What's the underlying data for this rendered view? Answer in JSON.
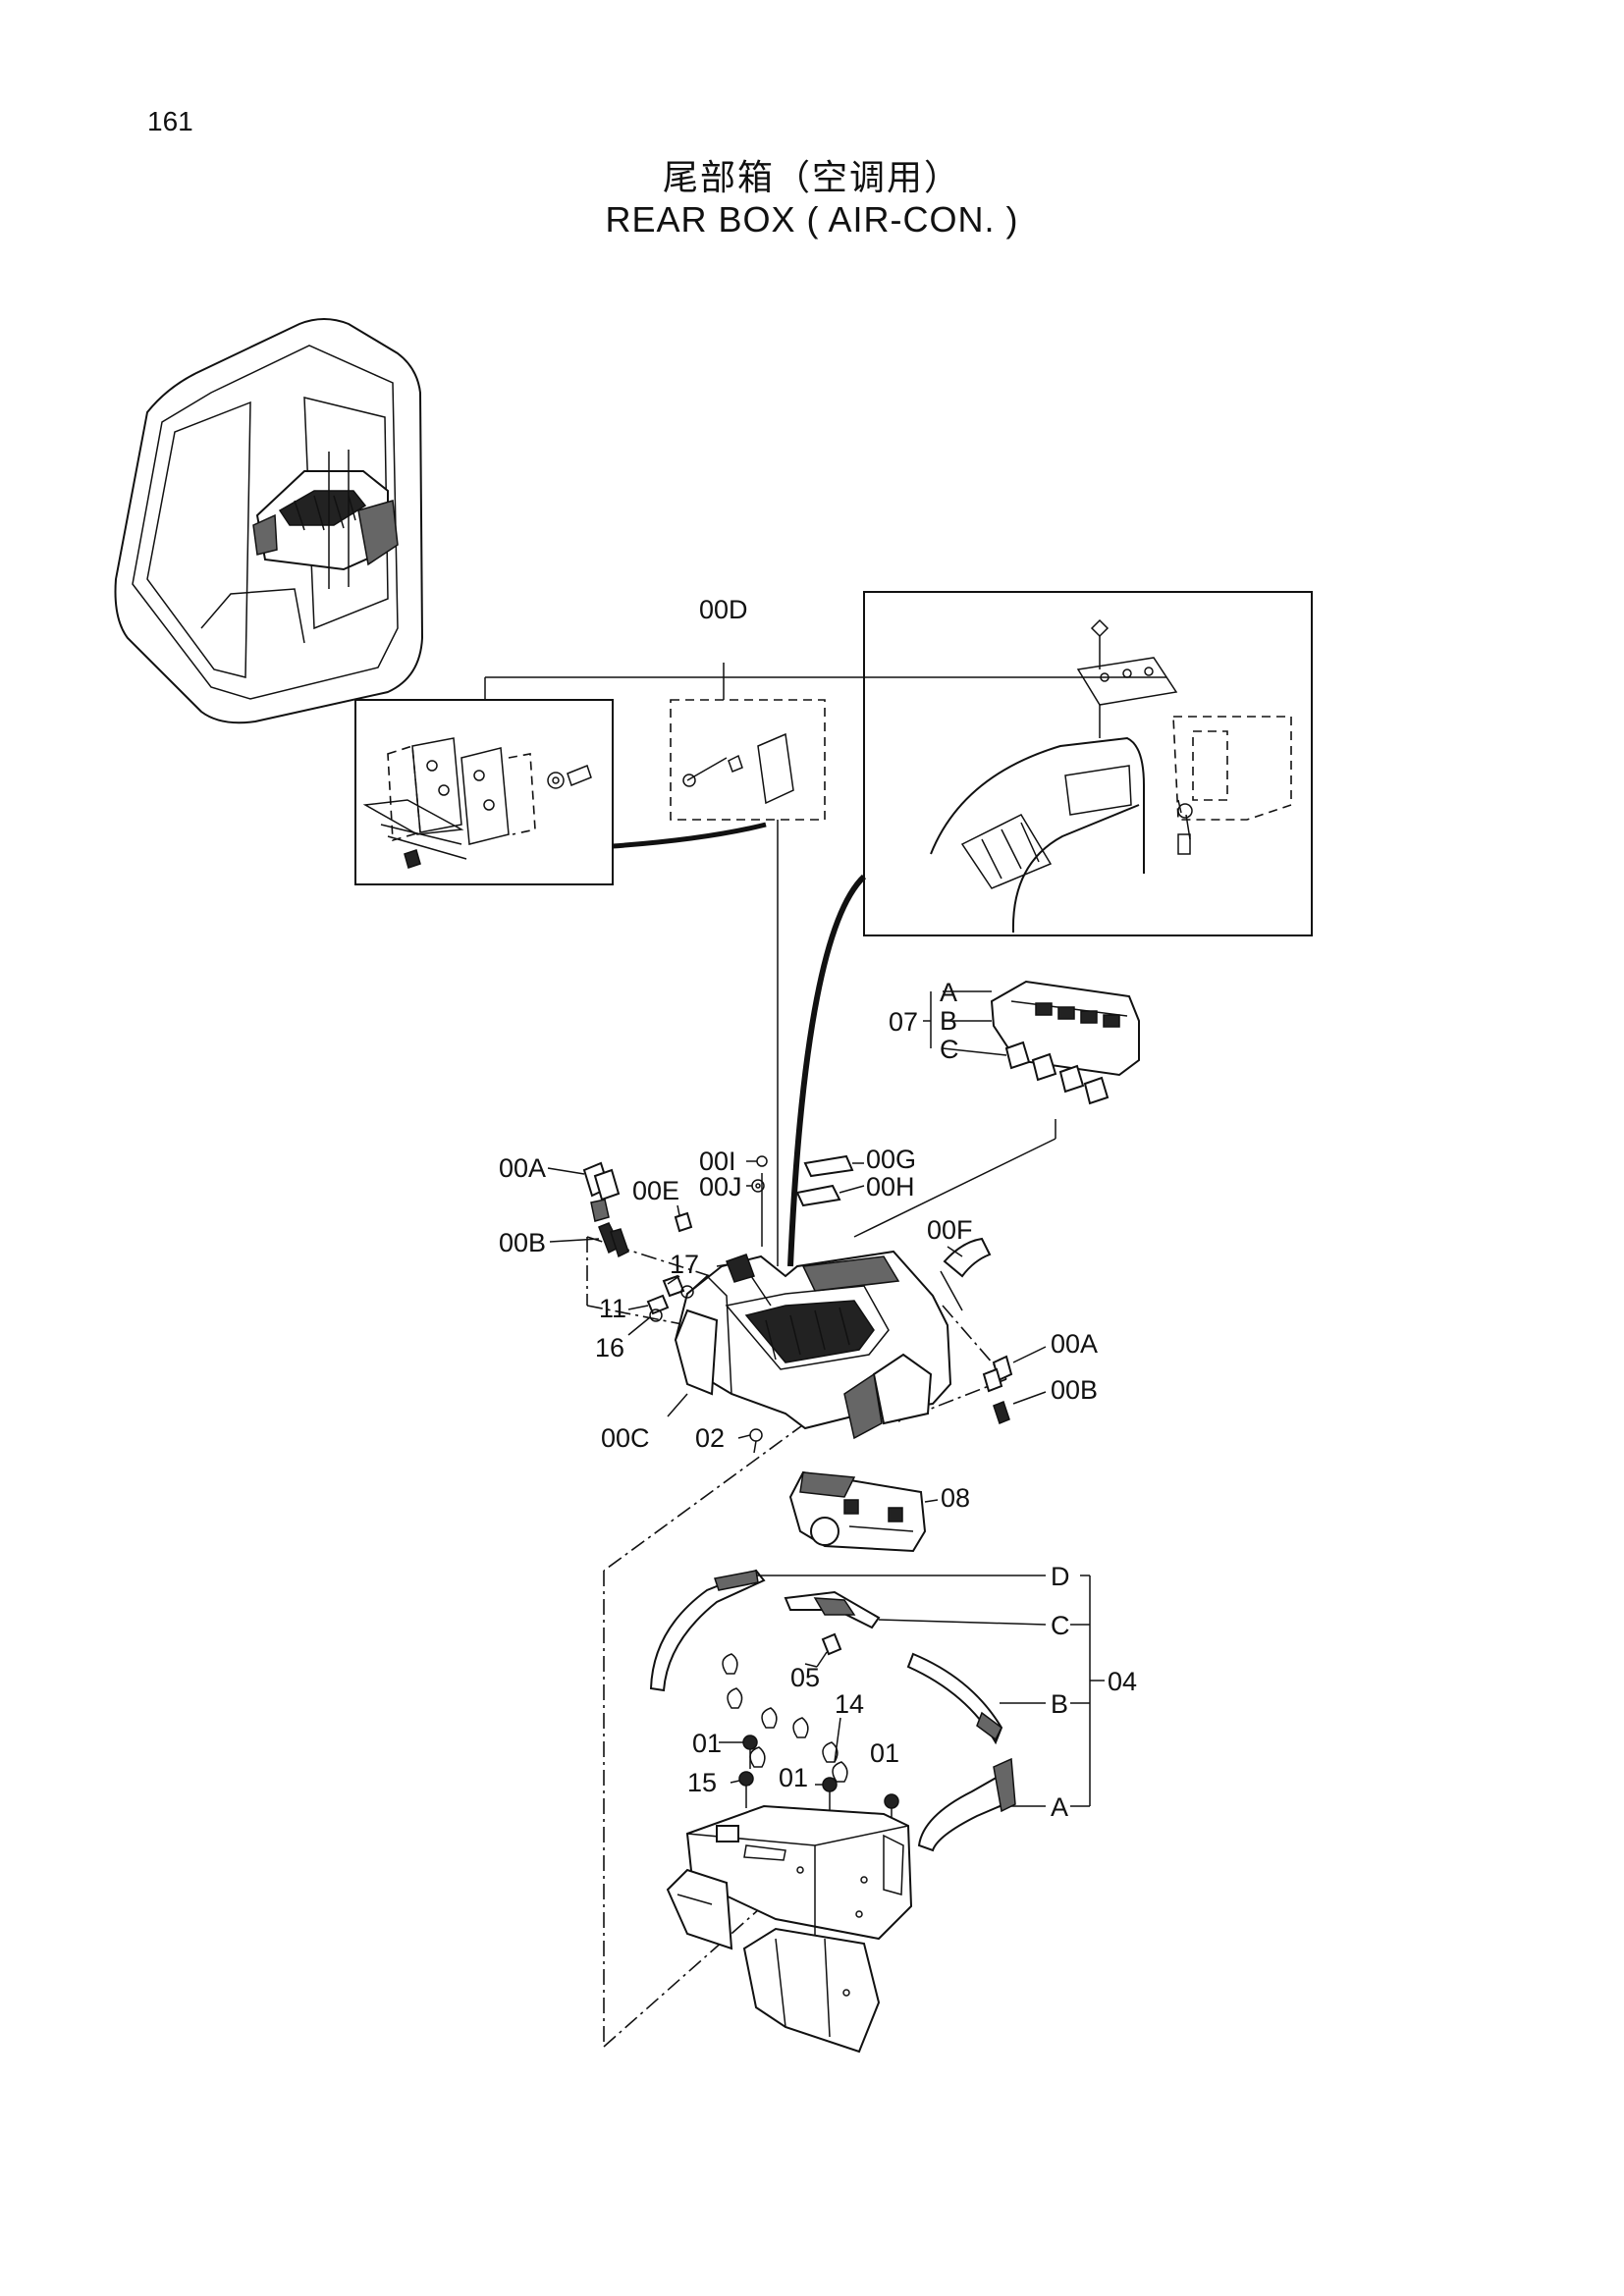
{
  "page_number": "161",
  "title_cn": "尾部箱（空调用）",
  "title_en": "REAR BOX ( AIR-CON. )",
  "callouts": {
    "c00D": "00D",
    "c07": "07",
    "c07A": "A",
    "c07B": "B",
    "c07C": "C",
    "c00A_left": "00A",
    "c00B_left": "00B",
    "c00E": "00E",
    "c00I": "00I",
    "c00J": "00J",
    "c00G": "00G",
    "c00H": "00H",
    "c00F": "00F",
    "c17": "17",
    "c11": "11",
    "c16": "16",
    "c00A_right": "00A",
    "c00B_right": "00B",
    "c00C": "00C",
    "c02": "02",
    "c08": "08",
    "c04D": "D",
    "c04C": "C",
    "c04B": "B",
    "c04A": "A",
    "c04": "04",
    "c05": "05",
    "c14": "14",
    "c01a": "01",
    "c01b": "01",
    "c01c": "01",
    "c15": "15"
  }
}
